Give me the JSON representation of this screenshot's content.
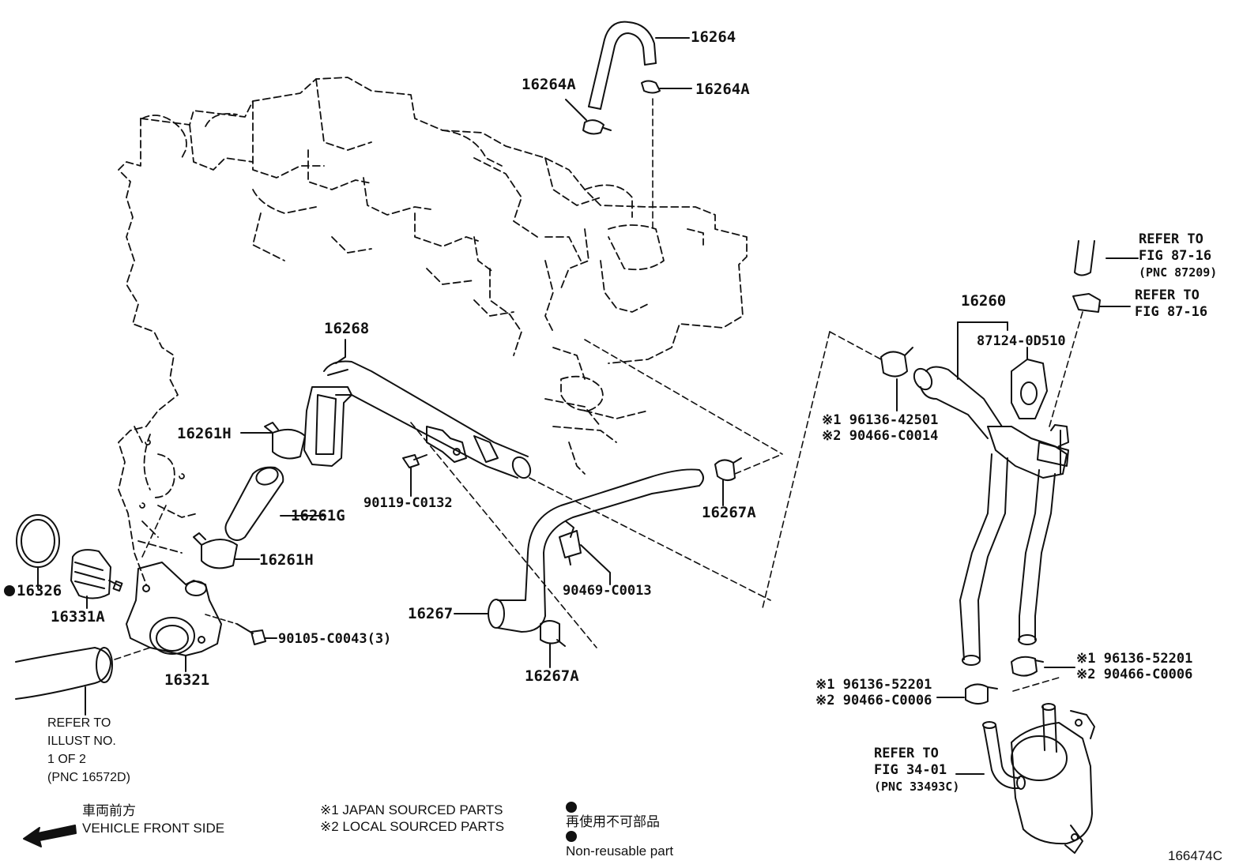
{
  "colors": {
    "line": "#111111",
    "background": "#ffffff"
  },
  "parts": {
    "p16264": "16264",
    "p16264A_left": "16264A",
    "p16264A_right": "16264A",
    "p16268": "16268",
    "p16261H_top": "16261H",
    "p16261G": "16261G",
    "p16261H_bottom": "16261H",
    "p16326": "16326",
    "p16331A": "16331A",
    "p16321": "16321",
    "p90119": "90119-C0132",
    "p90105": "90105-C0043(3)",
    "p16267A_right": "16267A",
    "p90469": "90469-C0013",
    "p16267": "16267",
    "p16267A_bottom": "16267A",
    "p16260": "16260",
    "p87124": "87124-0D510"
  },
  "clamps": {
    "upper_jp": "※1 96136-42501",
    "upper_local": "※2 90466-C0014",
    "right_jp": "※1 96136-52201",
    "right_local": "※2 90466-C0006",
    "left_jp": "※1 96136-52201",
    "left_local": "※2 90466-C0006"
  },
  "refs": {
    "fig87_hose": [
      "REFER TO",
      "FIG 87-16",
      "(PNC 87209)"
    ],
    "fig87_clip": [
      "REFER TO",
      "FIG 87-16"
    ],
    "fig34": [
      "REFER TO",
      "FIG 34-01",
      "(PNC 33493C)"
    ],
    "illust": [
      "REFER TO",
      "ILLUST NO.",
      "1 OF 2",
      "(PNC 16572D)"
    ]
  },
  "legend": {
    "front_jp": "車両前方",
    "front_en": "VEHICLE FRONT SIDE",
    "japan_sourced": "※1 JAPAN SOURCED PARTS",
    "local_sourced": "※2 LOCAL SOURCED PARTS",
    "nonreusable_jp": "再使用不可部品",
    "nonreusable_en": "Non-reusable part"
  },
  "figure_number": "166474C"
}
